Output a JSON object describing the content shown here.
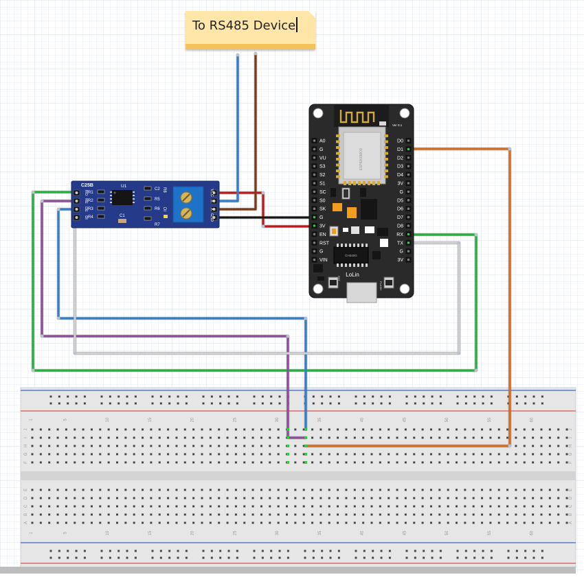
{
  "note": {
    "text": "To RS485 Device"
  },
  "rs485_module": {
    "board_label": "C25B",
    "u1_label": "U1",
    "left_pins": [
      "RO",
      "RE",
      "DE",
      "DI"
    ],
    "right_pins": [
      "VCC",
      "B",
      "A",
      "GND"
    ],
    "resistors_left": [
      "R1",
      "R2",
      "R3",
      "R4"
    ],
    "resistors_right": [
      "C2",
      "R5",
      "R6",
      "R7"
    ],
    "side_labels": [
      "R8",
      "DI"
    ],
    "c1_label": "C1",
    "board_color": "#253b8a"
  },
  "nodemcu": {
    "left_pins": [
      "A0",
      "G",
      "VU",
      "S3",
      "S2",
      "S1",
      "SC",
      "S0",
      "SK",
      "G",
      "3V",
      "EN",
      "RST",
      "G",
      "VIN"
    ],
    "right_pins": [
      "D0",
      "D1",
      "D2",
      "D3",
      "D4",
      "3V",
      "G",
      "D5",
      "D6",
      "D7",
      "D8",
      "RX",
      "TX",
      "G",
      "3V"
    ],
    "brand_label": "LoLin",
    "version_label": "Ver 0.1",
    "chip_label": "CH340G",
    "rst_label": "RST",
    "flash_label": "FLASH",
    "esp_label": "ESP8266MOD"
  },
  "breadboard": {
    "column_numbers_top": [
      "1",
      "5",
      "10",
      "15",
      "20",
      "25",
      "30",
      "35",
      "40",
      "45",
      "50",
      "55",
      "60"
    ],
    "column_numbers_bottom": [
      "1",
      "5",
      "10",
      "15",
      "20",
      "25",
      "30",
      "35",
      "40",
      "45",
      "50",
      "55",
      "60"
    ],
    "row_letters_top": [
      "J",
      "I",
      "H",
      "G",
      "F"
    ],
    "row_letters_bottom": [
      "E",
      "D",
      "C",
      "B",
      "A"
    ]
  },
  "colors": {
    "wire_green": "#22b33a",
    "wire_blue": "#2f7fd0",
    "wire_purple": "#8d4c9a",
    "wire_gray": "#d2d2d2",
    "wire_red": "#c01818",
    "wire_black": "#151515",
    "wire_brown": "#7a3a14",
    "wire_orange": "#dd6a1d",
    "rail_red": "#d9534f",
    "rail_blue": "#3a67c8"
  }
}
